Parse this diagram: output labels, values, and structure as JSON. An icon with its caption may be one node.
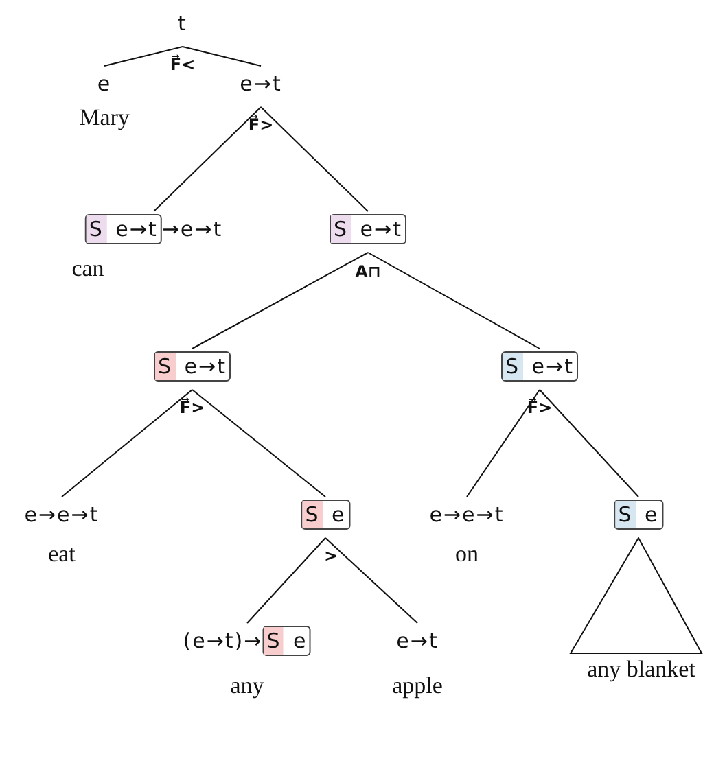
{
  "diagram": {
    "nodes": [
      {
        "text": [
          "t"
        ],
        "beside": [
          "F⃗<"
        ]
      },
      {
        "text": [
          "e",
          "Mary"
        ]
      },
      {
        "text": [
          "e→t"
        ],
        "beside": [
          "F⃗>"
        ]
      },
      {
        "text": [
          "S e→t→e→t",
          "can"
        ]
      },
      {
        "text": [
          "S e→t"
        ],
        "beside": [
          "A⊓"
        ]
      },
      {
        "text": [
          "S e→t"
        ],
        "beside": [
          "F⃗>"
        ]
      },
      {
        "text": [
          "S e→t"
        ],
        "beside": [
          "F⃗>"
        ]
      },
      {
        "text": [
          "e→e→t",
          "eat"
        ]
      },
      {
        "text": [
          "S e"
        ],
        "beside": [
          ">"
        ]
      },
      {
        "text": [
          "e→e→t",
          "on"
        ]
      },
      {
        "text": [
          "S e"
        ]
      },
      {
        "text": [
          "(e→t)→S e",
          "any"
        ]
      },
      {
        "text": [
          "e→t",
          "apple"
        ]
      },
      {
        "text": [
          "any blanket"
        ]
      }
    ],
    "edges": [
      {
        "from": 0,
        "to": 1,
        "arrow": "none"
      },
      {
        "from": 0,
        "to": 2,
        "arrow": "none"
      },
      {
        "from": 2,
        "to": 3,
        "arrow": "none"
      },
      {
        "from": 2,
        "to": 4,
        "arrow": "none"
      },
      {
        "from": 4,
        "to": 5,
        "arrow": "none"
      },
      {
        "from": 4,
        "to": 6,
        "arrow": "none"
      },
      {
        "from": 5,
        "to": 7,
        "arrow": "none"
      },
      {
        "from": 5,
        "to": 8,
        "arrow": "none"
      },
      {
        "from": 6,
        "to": 9,
        "arrow": "none"
      },
      {
        "from": 6,
        "to": 10,
        "arrow": "none"
      },
      {
        "from": 8,
        "to": 11,
        "arrow": "none"
      },
      {
        "from": 8,
        "to": 12,
        "arrow": "none"
      },
      {
        "from": 10,
        "to": 13,
        "arrow": "none"
      }
    ]
  }
}
